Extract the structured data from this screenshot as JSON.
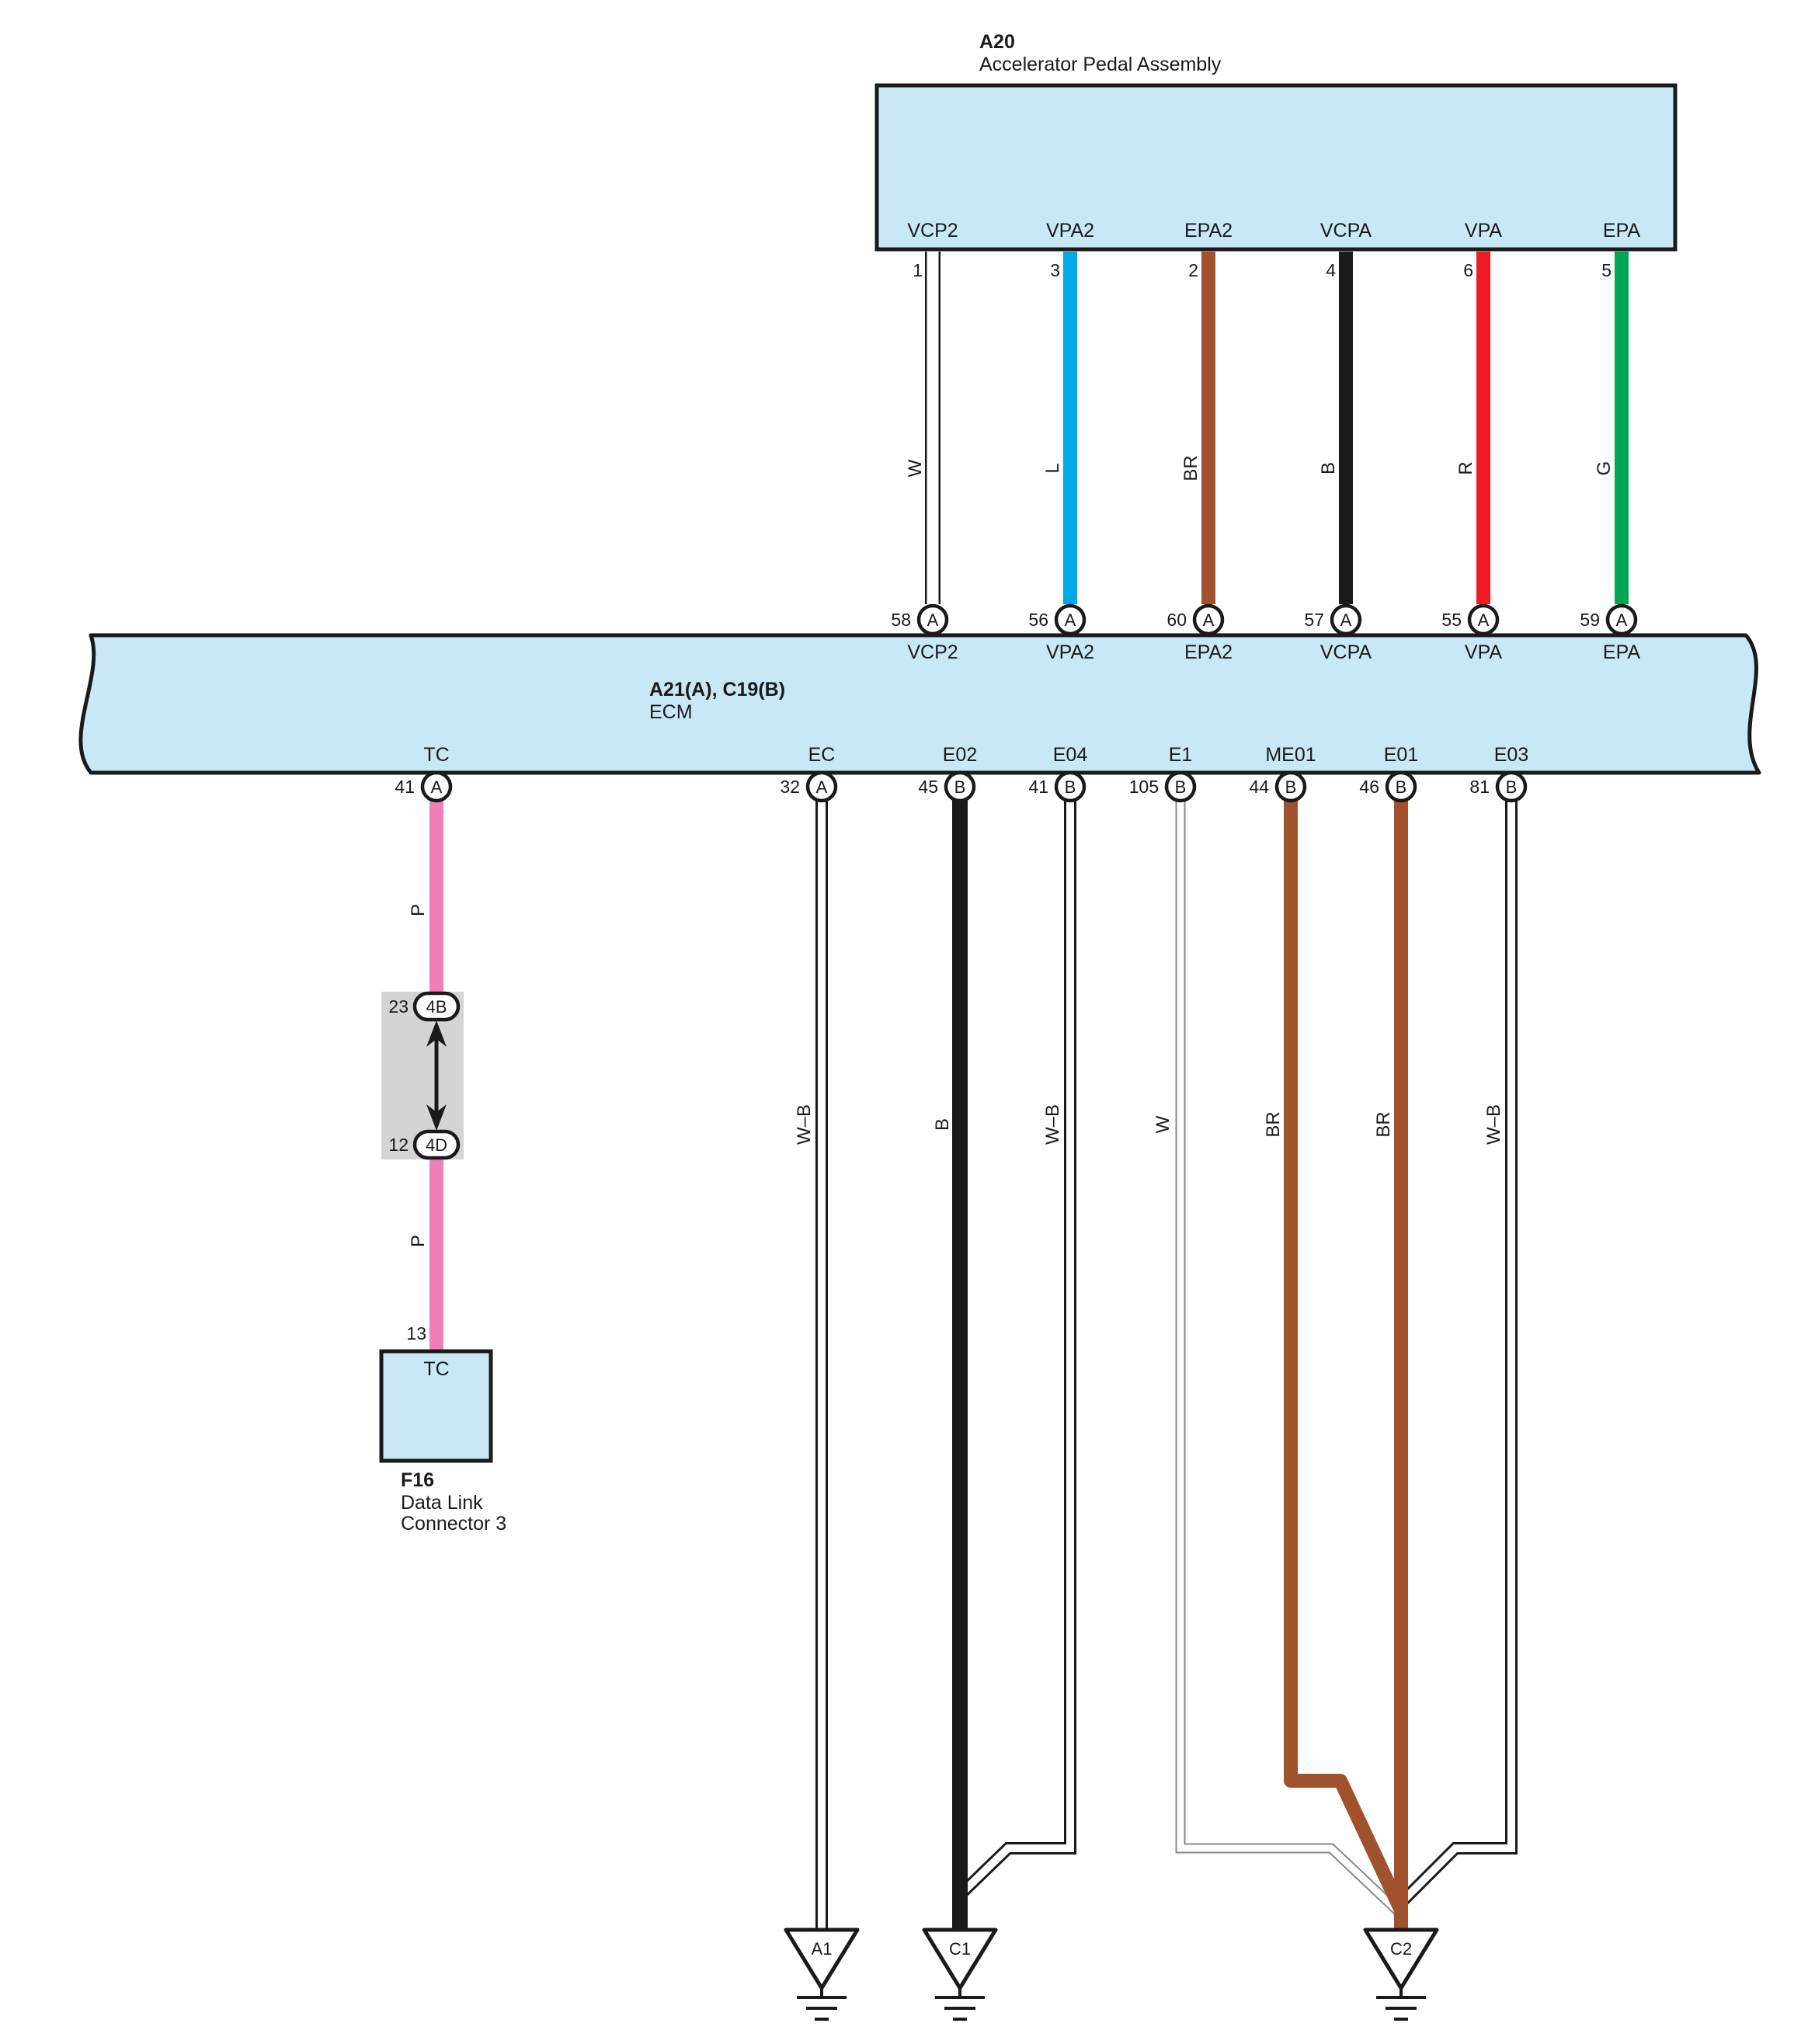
{
  "pedal": {
    "code": "A20",
    "name": "Accelerator Pedal Assembly",
    "terminals": [
      {
        "name": "VCP2",
        "pin": "1"
      },
      {
        "name": "VPA2",
        "pin": "3"
      },
      {
        "name": "EPA2",
        "pin": "2"
      },
      {
        "name": "VCPA",
        "pin": "4"
      },
      {
        "name": "VPA",
        "pin": "6"
      },
      {
        "name": "EPA",
        "pin": "5"
      }
    ]
  },
  "ecm": {
    "code": "A21(A), C19(B)",
    "name": "ECM",
    "top_terminals": [
      {
        "name": "VCP2",
        "pin": "58",
        "connector": "A"
      },
      {
        "name": "VPA2",
        "pin": "56",
        "connector": "A"
      },
      {
        "name": "EPA2",
        "pin": "60",
        "connector": "A"
      },
      {
        "name": "VCPA",
        "pin": "57",
        "connector": "A"
      },
      {
        "name": "VPA",
        "pin": "55",
        "connector": "A"
      },
      {
        "name": "EPA",
        "pin": "59",
        "connector": "A"
      }
    ],
    "bottom_terminals": [
      {
        "name": "TC",
        "pin": "41",
        "connector": "A"
      },
      {
        "name": "EC",
        "pin": "32",
        "connector": "A"
      },
      {
        "name": "E02",
        "pin": "45",
        "connector": "B"
      },
      {
        "name": "E04",
        "pin": "41",
        "connector": "B"
      },
      {
        "name": "E1",
        "pin": "105",
        "connector": "B"
      },
      {
        "name": "ME01",
        "pin": "44",
        "connector": "B"
      },
      {
        "name": "E01",
        "pin": "46",
        "connector": "B"
      },
      {
        "name": "E03",
        "pin": "81",
        "connector": "B"
      }
    ]
  },
  "wires": {
    "upper": [
      {
        "code": "W",
        "color": "#ffffff"
      },
      {
        "code": "L",
        "color": "#00a8e8"
      },
      {
        "code": "BR",
        "color": "#a0522d"
      },
      {
        "code": "B",
        "color": "#1a1a1a"
      },
      {
        "code": "R",
        "color": "#ed1c24"
      },
      {
        "code": "G",
        "color": "#00a651"
      }
    ],
    "tc_upper": {
      "code": "P",
      "color": "#f07fb8"
    },
    "tc_lower": {
      "code": "P",
      "color": "#f07fb8"
    },
    "lower": [
      {
        "code": "W–B",
        "color": "#ffffff"
      },
      {
        "code": "B",
        "color": "#1a1a1a"
      },
      {
        "code": "W–B",
        "color": "#ffffff"
      },
      {
        "code": "W",
        "color": "#ffffff"
      },
      {
        "code": "BR",
        "color": "#a0522d"
      },
      {
        "code": "BR",
        "color": "#a0522d"
      },
      {
        "code": "W–B",
        "color": "#ffffff"
      }
    ]
  },
  "junction": {
    "upper": {
      "pin": "23",
      "id": "4B"
    },
    "lower": {
      "pin": "12",
      "id": "4D"
    }
  },
  "dlc": {
    "pin": "13",
    "terminal": "TC",
    "code": "F16",
    "name_line1": "Data Link",
    "name_line2": "Connector 3"
  },
  "grounds": [
    {
      "label": "A1"
    },
    {
      "label": "C1"
    },
    {
      "label": "C2"
    }
  ],
  "colors": {
    "component_fill": "#c8e8f8",
    "junction_fill": "#d4d4d4",
    "outline": "#1a1a1a"
  }
}
